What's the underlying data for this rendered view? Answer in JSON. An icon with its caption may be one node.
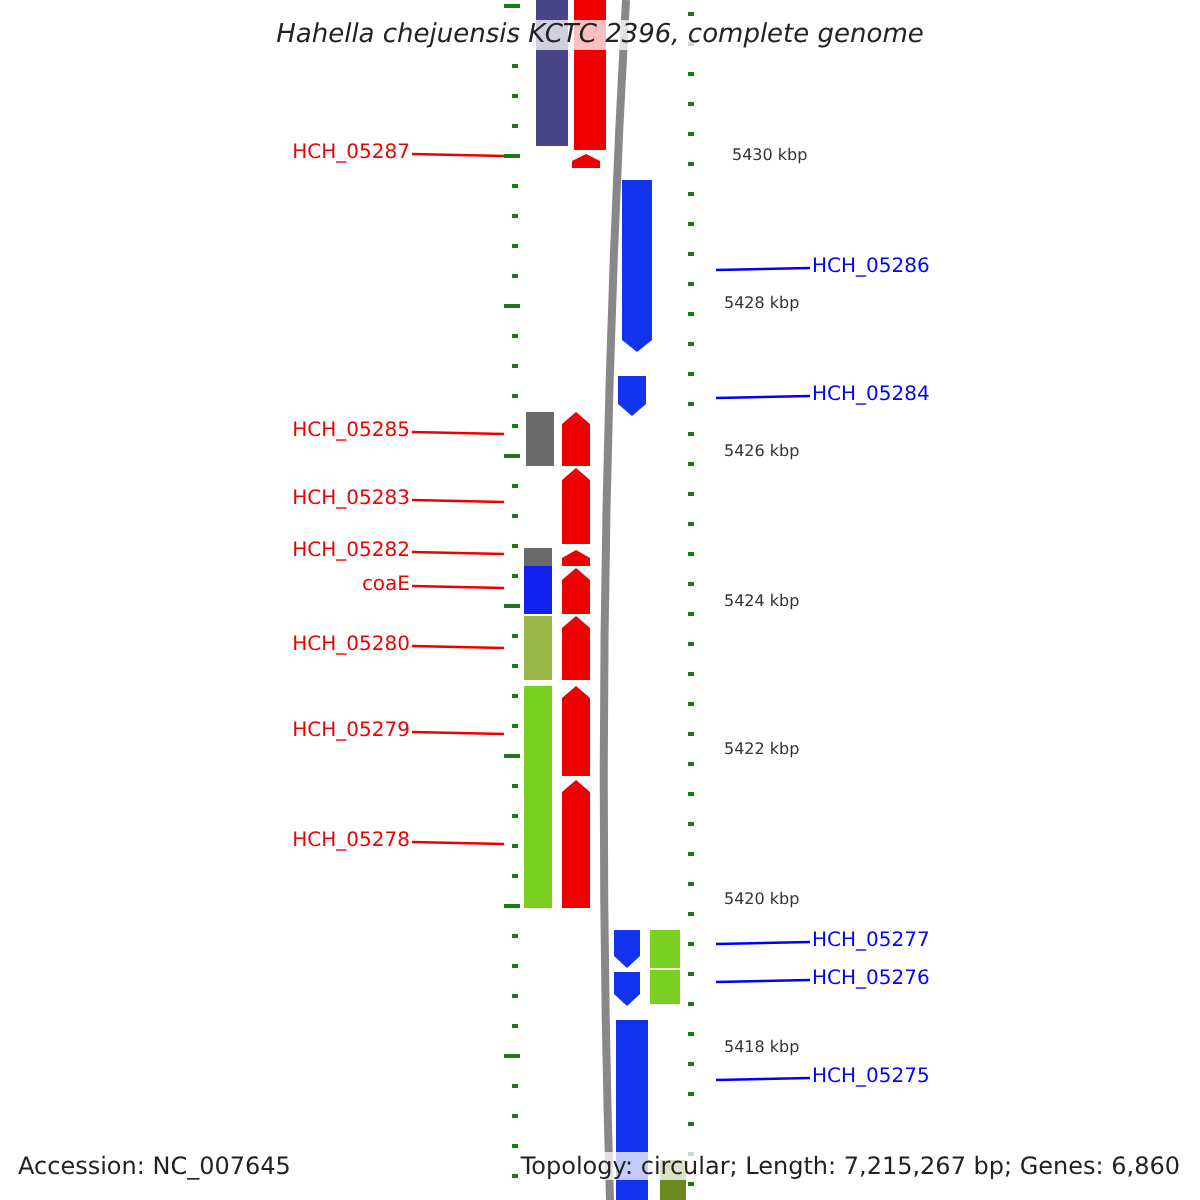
{
  "diagram": {
    "title": "Hahella chejuensis KCTC 2396, complete genome",
    "nodes": [
      {
        "text": [
          "HCH_05287"
        ]
      },
      {
        "text": [
          "HCH_05286"
        ]
      },
      {
        "text": [
          "HCH_05284"
        ]
      },
      {
        "text": [
          "HCH_05285"
        ]
      },
      {
        "text": [
          "HCH_05283"
        ]
      },
      {
        "text": [
          "HCH_05282"
        ]
      },
      {
        "text": [
          "coaE"
        ]
      },
      {
        "text": [
          "HCH_05280"
        ]
      },
      {
        "text": [
          "HCH_05279"
        ]
      },
      {
        "text": [
          "HCH_05278"
        ]
      },
      {
        "text": [
          "HCH_05277"
        ]
      },
      {
        "text": [
          "HCH_05276"
        ]
      },
      {
        "text": [
          "HCH_05275"
        ]
      }
    ],
    "edges": [
      {
        "from": 0,
        "to": null,
        "arrow": "none"
      },
      {
        "from": 1,
        "to": null,
        "arrow": "none",
        "color": "#0000ff"
      },
      {
        "from": 2,
        "to": null,
        "arrow": "none",
        "color": "#0000ff"
      },
      {
        "from": 3,
        "to": null,
        "arrow": "none"
      },
      {
        "from": 4,
        "to": null,
        "arrow": "none"
      },
      {
        "from": 5,
        "to": null,
        "arrow": "none"
      },
      {
        "from": 6,
        "to": null,
        "arrow": "none"
      },
      {
        "from": 7,
        "to": null,
        "arrow": "none"
      },
      {
        "from": 8,
        "to": null,
        "arrow": "none"
      },
      {
        "from": 9,
        "to": null,
        "arrow": "none"
      },
      {
        "from": 10,
        "to": null,
        "arrow": "none",
        "color": "#0000ff"
      },
      {
        "from": 11,
        "to": null,
        "arrow": "none",
        "color": "#0000ff"
      },
      {
        "from": 12,
        "to": null,
        "arrow": "none",
        "color": "#0000ff"
      }
    ],
    "labels": [
      "5430 kbp",
      "5428 kbp",
      "5426 kbp",
      "5424 kbp",
      "5422 kbp",
      "5420 kbp",
      "5418 kbp",
      "Accession: NC_007645",
      "Topology: circular; Length: 7,215,267 bp; Genes: 6,860"
    ]
  }
}
